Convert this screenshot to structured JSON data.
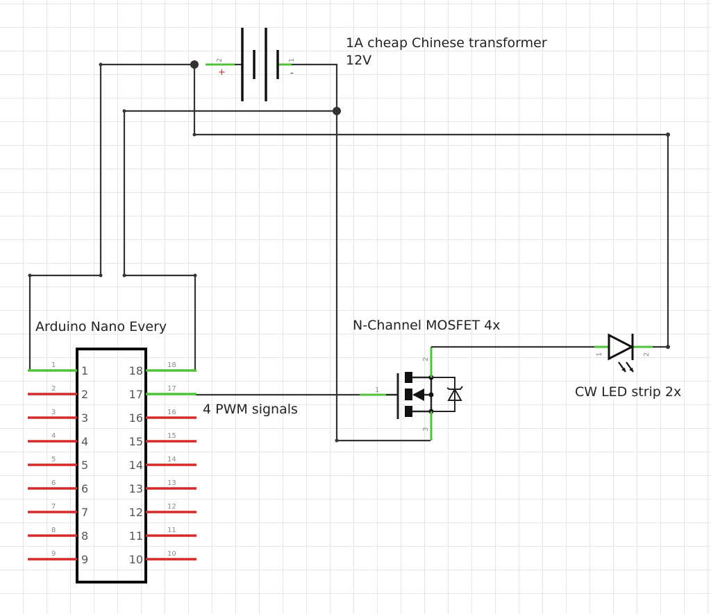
{
  "labels": {
    "transformer_line1": "1A cheap Chinese transformer",
    "transformer_line2": "12V",
    "arduino": "Arduino Nano Every",
    "mosfet": "N-Channel MOSFET 4x",
    "pwm": "4 PWM signals",
    "led": "CW LED strip 2x"
  },
  "arduino_pins": {
    "left": [
      "1",
      "2",
      "3",
      "4",
      "5",
      "6",
      "7",
      "8",
      "9"
    ],
    "right": [
      "18",
      "17",
      "16",
      "15",
      "14",
      "13",
      "12",
      "11",
      "10"
    ]
  },
  "battery": {
    "pos_pin": "2",
    "neg_pin": "1",
    "pos_sign": "+",
    "neg_sign": "-"
  },
  "mosfet_pins": {
    "gate": "1",
    "drain": "2",
    "source": "3"
  },
  "led_pins": {
    "anode": "1",
    "cathode": "2"
  },
  "colors": {
    "wire": "#333333",
    "connected_pin": "#4fc23a",
    "unconnected_pin": "#d42a2a",
    "grid": "#e6e6e6"
  }
}
